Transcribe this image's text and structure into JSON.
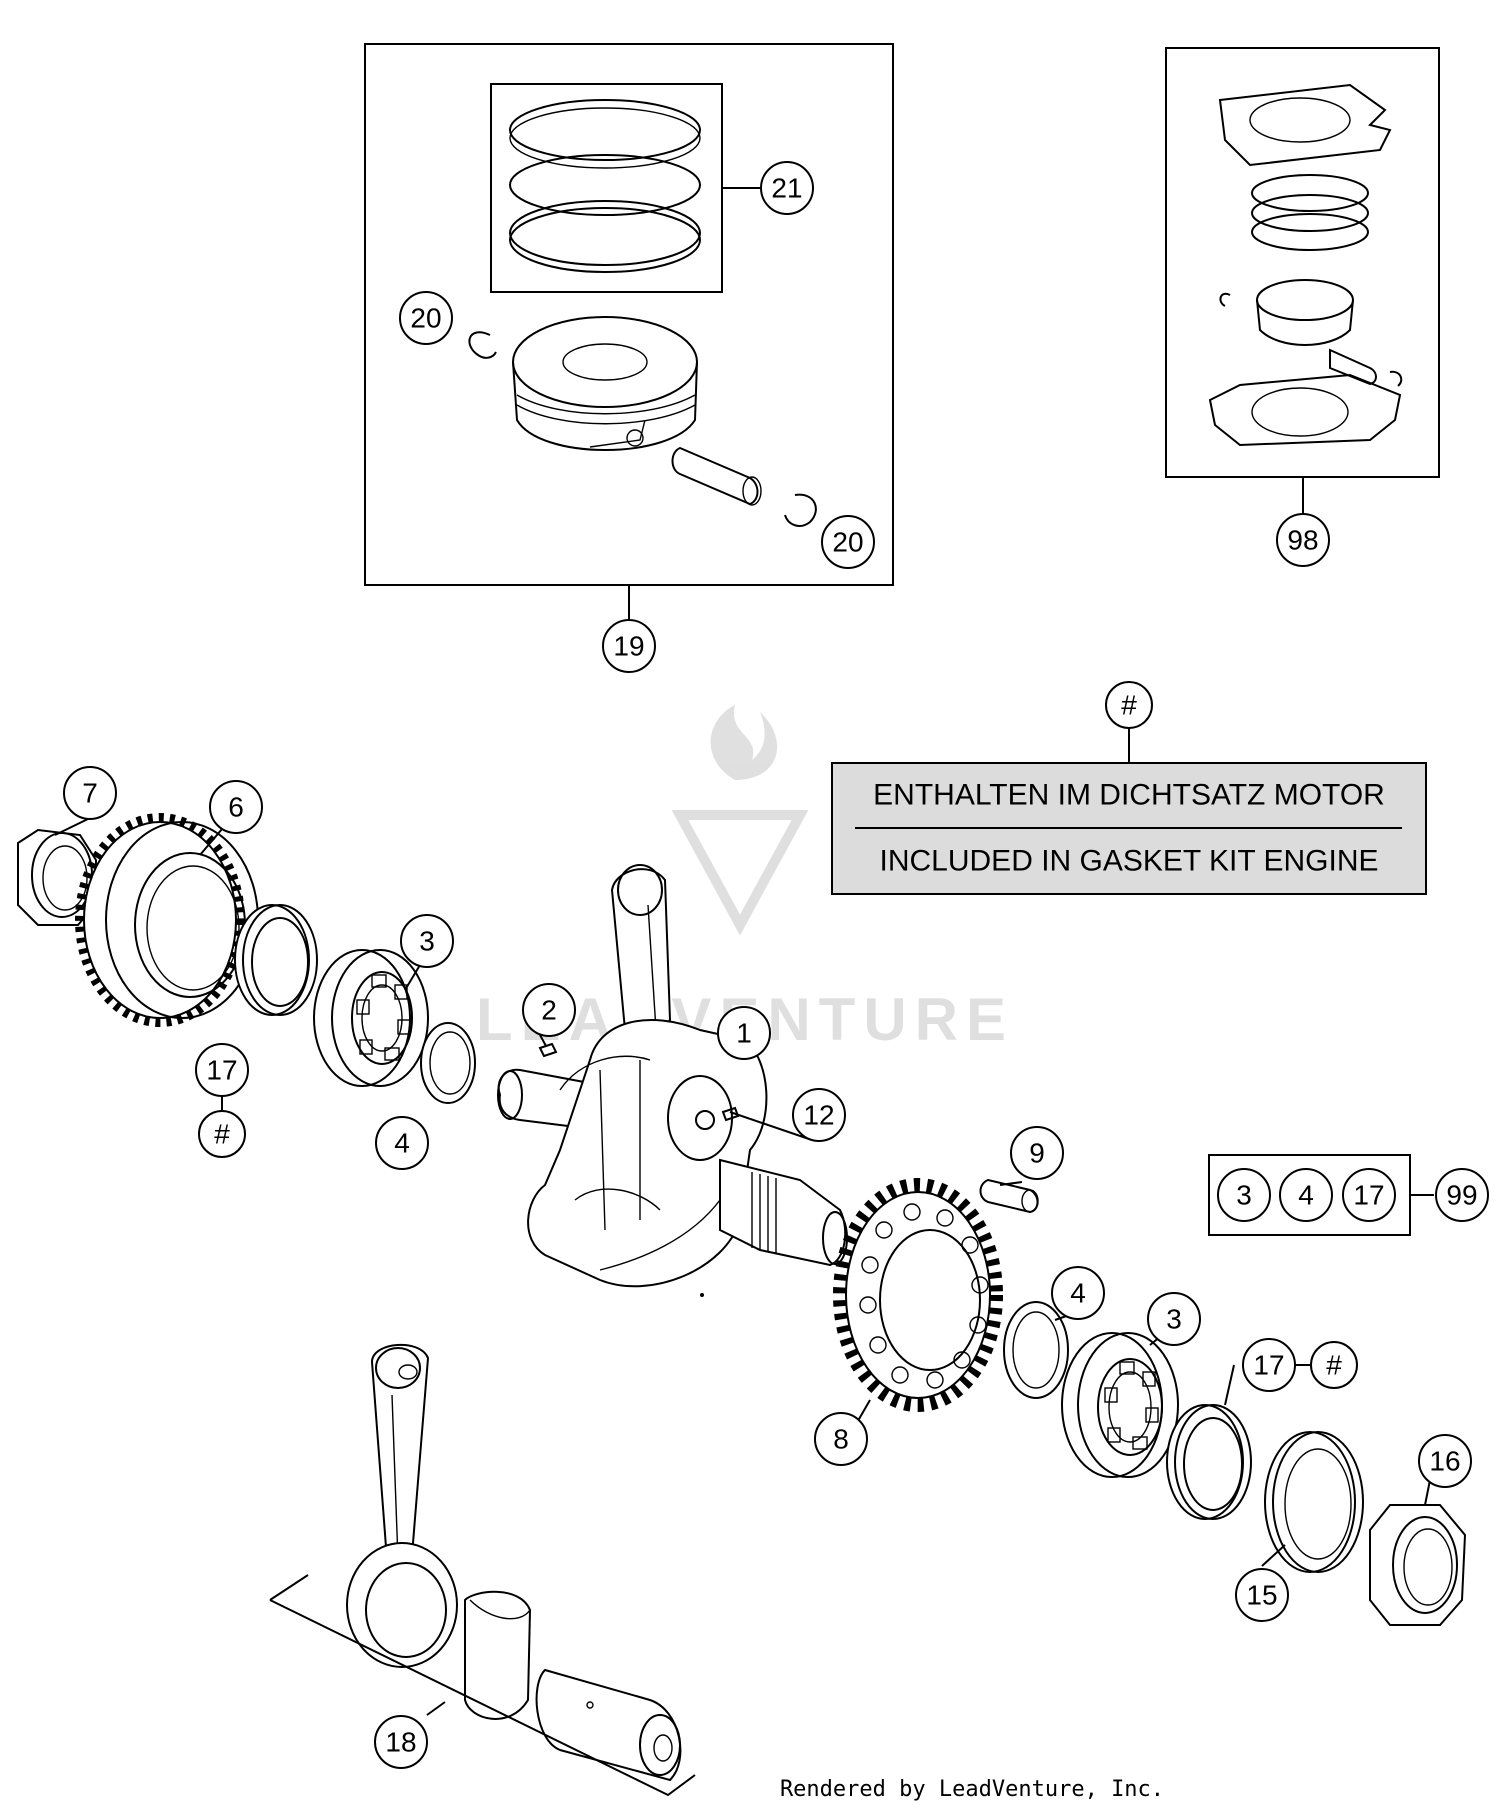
{
  "callouts": {
    "c1": "1",
    "c2": "2",
    "c3a": "3",
    "c3b": "3",
    "c4a": "4",
    "c4b": "4",
    "c6": "6",
    "c7": "7",
    "c8": "8",
    "c9": "9",
    "c12": "12",
    "c15": "15",
    "c16": "16",
    "c17a": "17",
    "c17b": "17",
    "c18": "18",
    "c19": "19",
    "c20a": "20",
    "c20b": "20",
    "c21": "21",
    "c98": "98",
    "c99": "99",
    "hash_top": "#",
    "hash_left": "#",
    "hash_right": "#",
    "kit_3": "3",
    "kit_4": "4",
    "kit_17": "17"
  },
  "gasket_note": {
    "line_de": "ENTHALTEN IM DICHTSATZ MOTOR",
    "line_en": "INCLUDED IN GASKET KIT ENGINE"
  },
  "watermark": "LEADVENTURE",
  "footer": "Rendered by LeadVenture, Inc."
}
